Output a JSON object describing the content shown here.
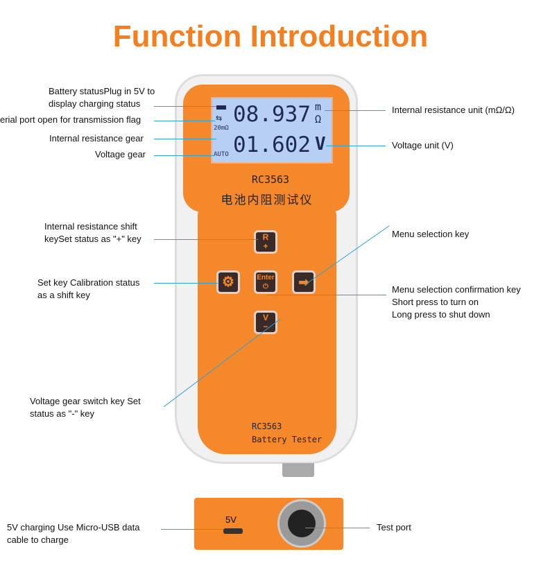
{
  "title": "Function Introduction",
  "labels": {
    "battery": "Battery statusPlug in 5V to display charging status",
    "battery_l1": "Battery statusPlug in 5V to",
    "battery_l2": "display charging status",
    "serial": "erial port open for transmission flag",
    "ir_gear": "Internal resistance gear",
    "v_gear": "Voltage gear",
    "ir_unit": "Internal resistance unit (mΩ/Ω)",
    "v_unit": "Voltage unit (V)",
    "ir_shift_l1": "Internal resistance shift",
    "ir_shift_l2": "keySet status as \"+\" key",
    "set_l1": "Set key Calibration status",
    "set_l2": "as a shift key",
    "menu": "Menu selection key",
    "confirm_l1": "Menu selection confirmation key",
    "confirm_l2": "Short press to turn on",
    "confirm_l3": "Long press to shut down",
    "vshift_l1": "Voltage gear switch key Set",
    "vshift_l2": "status as \"-\" key",
    "usb_l1": "5V charging Use Micro-USB data",
    "usb_l2": "cable to charge",
    "test_port": "Test port"
  },
  "device": {
    "model": "RC3563",
    "chinese_name": "电池内阻测试仪",
    "brand_line": "Battery Tester",
    "display": {
      "resistance": "08.937",
      "resistance_unit_top": "m",
      "resistance_unit": "Ω",
      "voltage": "01.602",
      "voltage_unit": "V",
      "range": "20mΩ",
      "mode": "AUTO"
    },
    "buttons": {
      "r": "R",
      "plus": "+",
      "enter": "Enter",
      "v": "V",
      "minus": "−",
      "arrow": "➡",
      "gear": "⚙",
      "power": "⏻"
    },
    "port_label": "5V"
  },
  "colors": {
    "accent": "#f47f20",
    "line": "#2aa3d8"
  }
}
